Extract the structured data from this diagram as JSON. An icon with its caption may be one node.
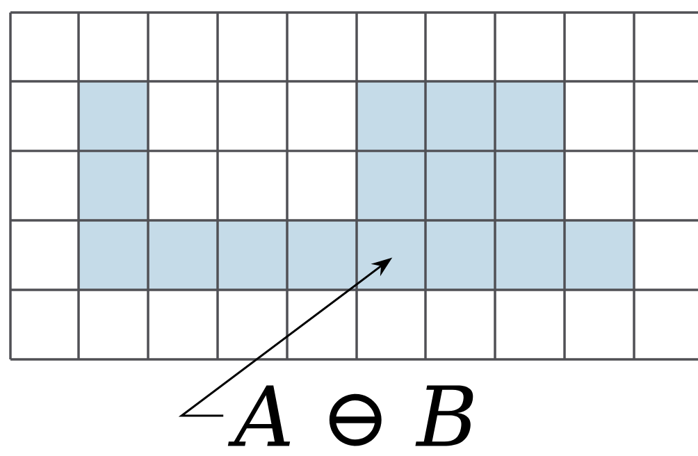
{
  "diagram": {
    "nodes": [
      {
        "text": [],
        "shape": "region"
      },
      {
        "text": [
          "*A* ⊖ *B*"
        ]
      }
    ],
    "edges": [
      {
        "from": 1,
        "to": 0,
        "arrow": "to"
      }
    ]
  }
}
